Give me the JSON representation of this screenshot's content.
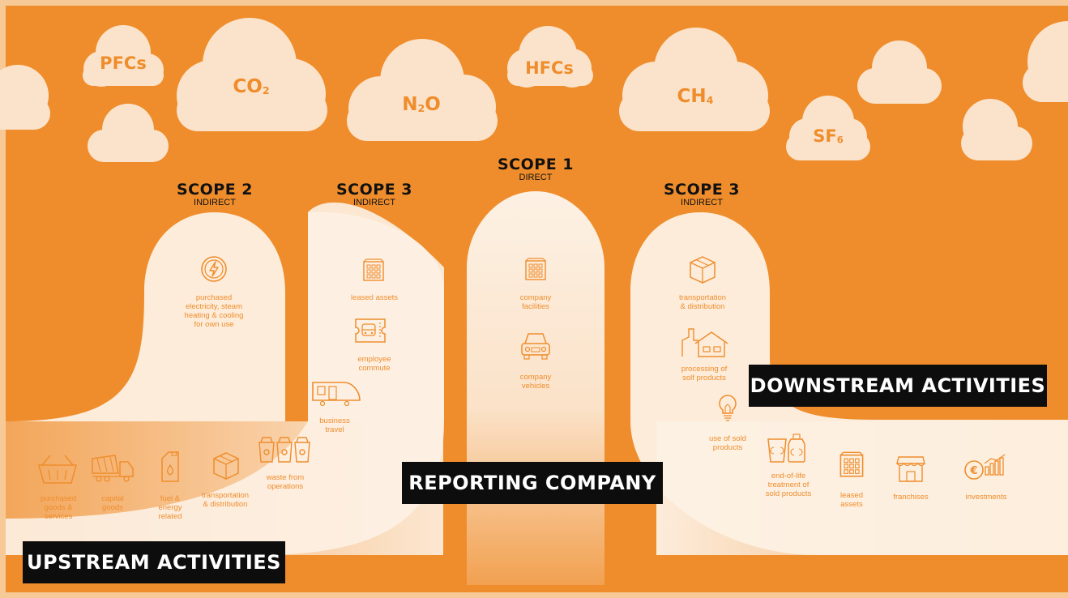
{
  "gases": {
    "pfcs": "PFCs",
    "co2": {
      "base": "CO",
      "sub": "2"
    },
    "n2o": {
      "base": "N",
      "sub": "2",
      "tail": "O"
    },
    "hfcs": "HFCs",
    "ch4": {
      "base": "CH",
      "sub": "4"
    },
    "sf6": {
      "base": "SF",
      "sub": "6"
    }
  },
  "scopes": {
    "scope2": {
      "title": "SCOPE 2",
      "sub": "INDIRECT"
    },
    "scope3_up": {
      "title": "SCOPE 3",
      "sub": "INDIRECT"
    },
    "scope1": {
      "title": "SCOPE 1",
      "sub": "DIRECT"
    },
    "scope3_down": {
      "title": "SCOPE 3",
      "sub": "INDIRECT"
    }
  },
  "items": {
    "electricity": "purchased\nelectricity, steam\nheating & cooling\nfor own use",
    "leased_assets_up": "leased assets",
    "employee_commute": "employee\ncommute",
    "business_travel": "business\ntravel",
    "company_facilities": "company\nfacilities",
    "company_vehicles": "company\nvehicles",
    "transport_down": "transportation\n& distribution",
    "processing": "processing of\nsolf products",
    "use_sold": "use of sold\nproducts",
    "end_of_life": "end-of-life\ntreatment of\nsold products",
    "leased_assets_down": "leased\nassets",
    "franchises": "franchises",
    "investments": "investments",
    "purchased_goods": "purchased\ngoods &\nservices",
    "capital_goods": "capital\ngoods",
    "fuel_energy": "fuel &\nenergy\nrelated",
    "transport_up": "transportation\n& distribution",
    "waste": "waste from\noperations"
  },
  "badges": {
    "downstream": "DOWNSTREAM ACTIVITIES",
    "reporting": "REPORTING COMPANY",
    "upstream": "UPSTREAM ACTIVITIES"
  },
  "colors": {
    "background": "#ef8d2c",
    "cloud": "#fbe3cb",
    "path": "#fdf1e4",
    "badge": "#0d0d0d",
    "icon": "#ef8d2c"
  }
}
